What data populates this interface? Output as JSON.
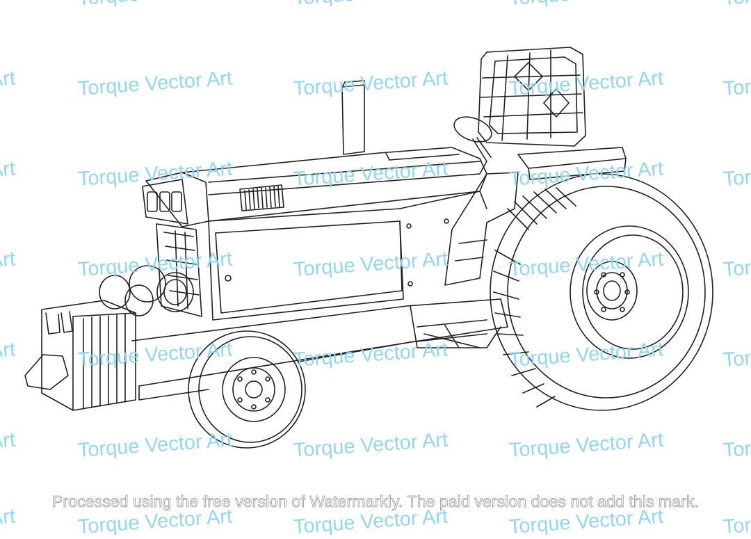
{
  "image": {
    "subject": "tractor-pulling-tractor-line-drawing",
    "line_color": "#1f1f1f",
    "background": "#ffffff"
  },
  "watermark": {
    "text": "Torque Vector Art",
    "color": "#8fd4ef"
  },
  "notice": {
    "text": "Processed using the free version of Watermarkly. The paid version does not add this mark."
  }
}
